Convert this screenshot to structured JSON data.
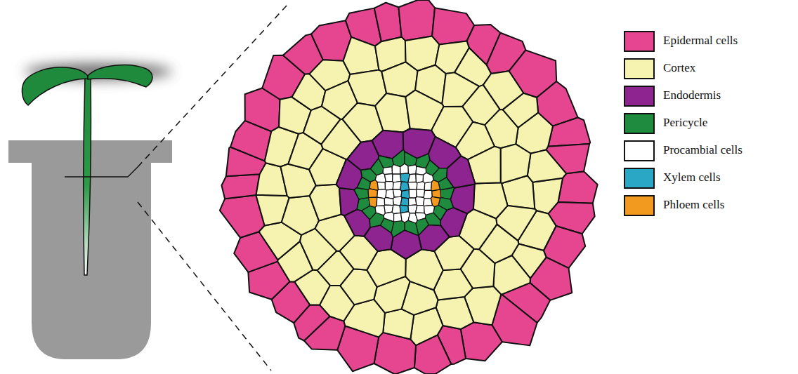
{
  "diagram": {
    "legend": [
      {
        "text": "Epidermal cells",
        "color": "#e6468f"
      },
      {
        "text": "Cortex",
        "color": "#f6f2b0"
      },
      {
        "text": "Endodermis",
        "color": "#8e2490"
      },
      {
        "text": "Pericycle",
        "color": "#1e8b3e"
      },
      {
        "text": "Procambial cells",
        "color": "#ffffff"
      },
      {
        "text": "Xylem cells",
        "color": "#2aa7c5"
      },
      {
        "text": "Phloem cells",
        "color": "#f29a1f"
      }
    ]
  }
}
